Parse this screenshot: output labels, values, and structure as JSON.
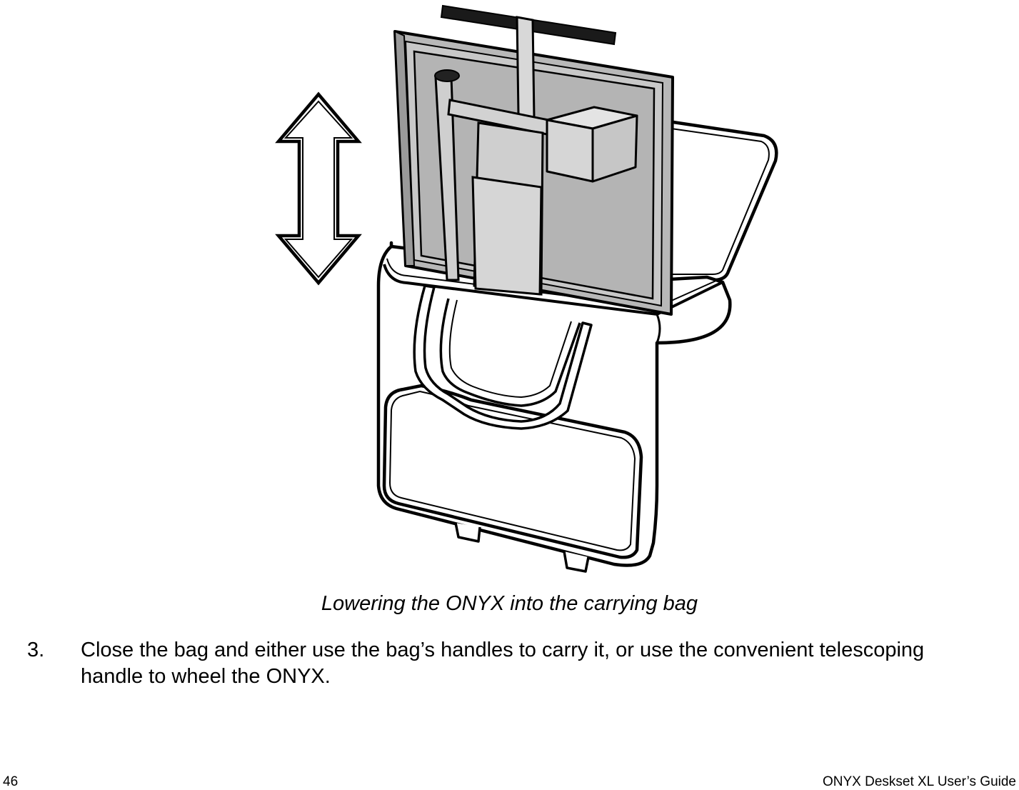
{
  "illustration": {
    "subject": "onyx-in-carrying-bag",
    "arrow_icon": "double-vertical-arrow"
  },
  "caption": "Lowering the ONYX into the carrying bag",
  "steps": [
    {
      "number": "3.",
      "text": "Close the bag and either use the bag’s handles to carry it, or use the convenient telescoping handle to wheel the ONYX."
    }
  ],
  "footer": {
    "page_number": "46",
    "title": "ONYX Deskset XL User’s Guide"
  }
}
